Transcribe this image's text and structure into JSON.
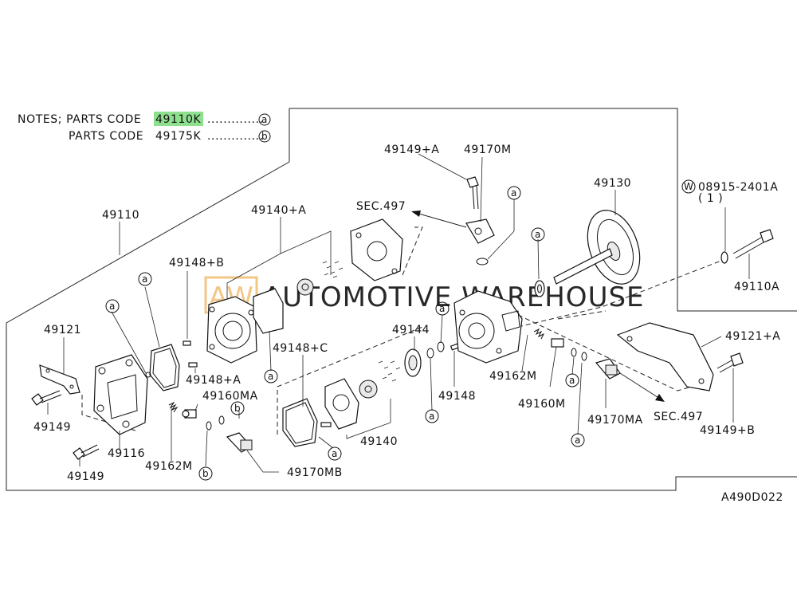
{
  "notes": {
    "prefix": "NOTES; PARTS CODE",
    "line_a_code": "49110K",
    "line_a_dots": "..............",
    "line_b_prefix": "PARTS CODE",
    "line_b_code": "49175K",
    "line_b_dots": "..............",
    "marker_a": "a",
    "marker_b": "b"
  },
  "watermark": "AUTOMOTIVE WAREHOUSE",
  "watermark_logo": "AW",
  "diagram_code": "A490D022",
  "highlight_color": "#8ee08e",
  "labels": {
    "p49110": "49110",
    "p49140A": "49140+A",
    "p49148B": "49148+B",
    "p49148A": "49148+A",
    "p49148C": "49148+C",
    "p49121": "49121",
    "p49149_top": "49149",
    "p49149_bot": "49149",
    "p49116": "49116",
    "p49162M_left": "49162M",
    "p49160MA": "49160MA",
    "p49170MB": "49170MB",
    "p49140": "49140",
    "p49144": "49144",
    "p49148": "49148",
    "p49149A": "49149+A",
    "p49170M": "49170M",
    "sec497_top": "SEC.497",
    "sec497_bot": "SEC.497",
    "p49130": "49130",
    "p49162M_right": "49162M",
    "p49160M": "49160M",
    "p49170MA": "49170MA",
    "p49121A": "49121+A",
    "p49149B": "49149+B",
    "p49110A": "49110A",
    "w_symbol": "W",
    "p08915": "08915-2401A",
    "qty": "( 1 )"
  },
  "markers": {
    "m1": "a",
    "m2": "a",
    "m3": "a",
    "m4": "a",
    "m5": "a",
    "m6": "a",
    "m7": "a",
    "m8": "a",
    "m9": "a",
    "m10": "a",
    "m11": "a",
    "m12": "b",
    "m13": "b"
  }
}
